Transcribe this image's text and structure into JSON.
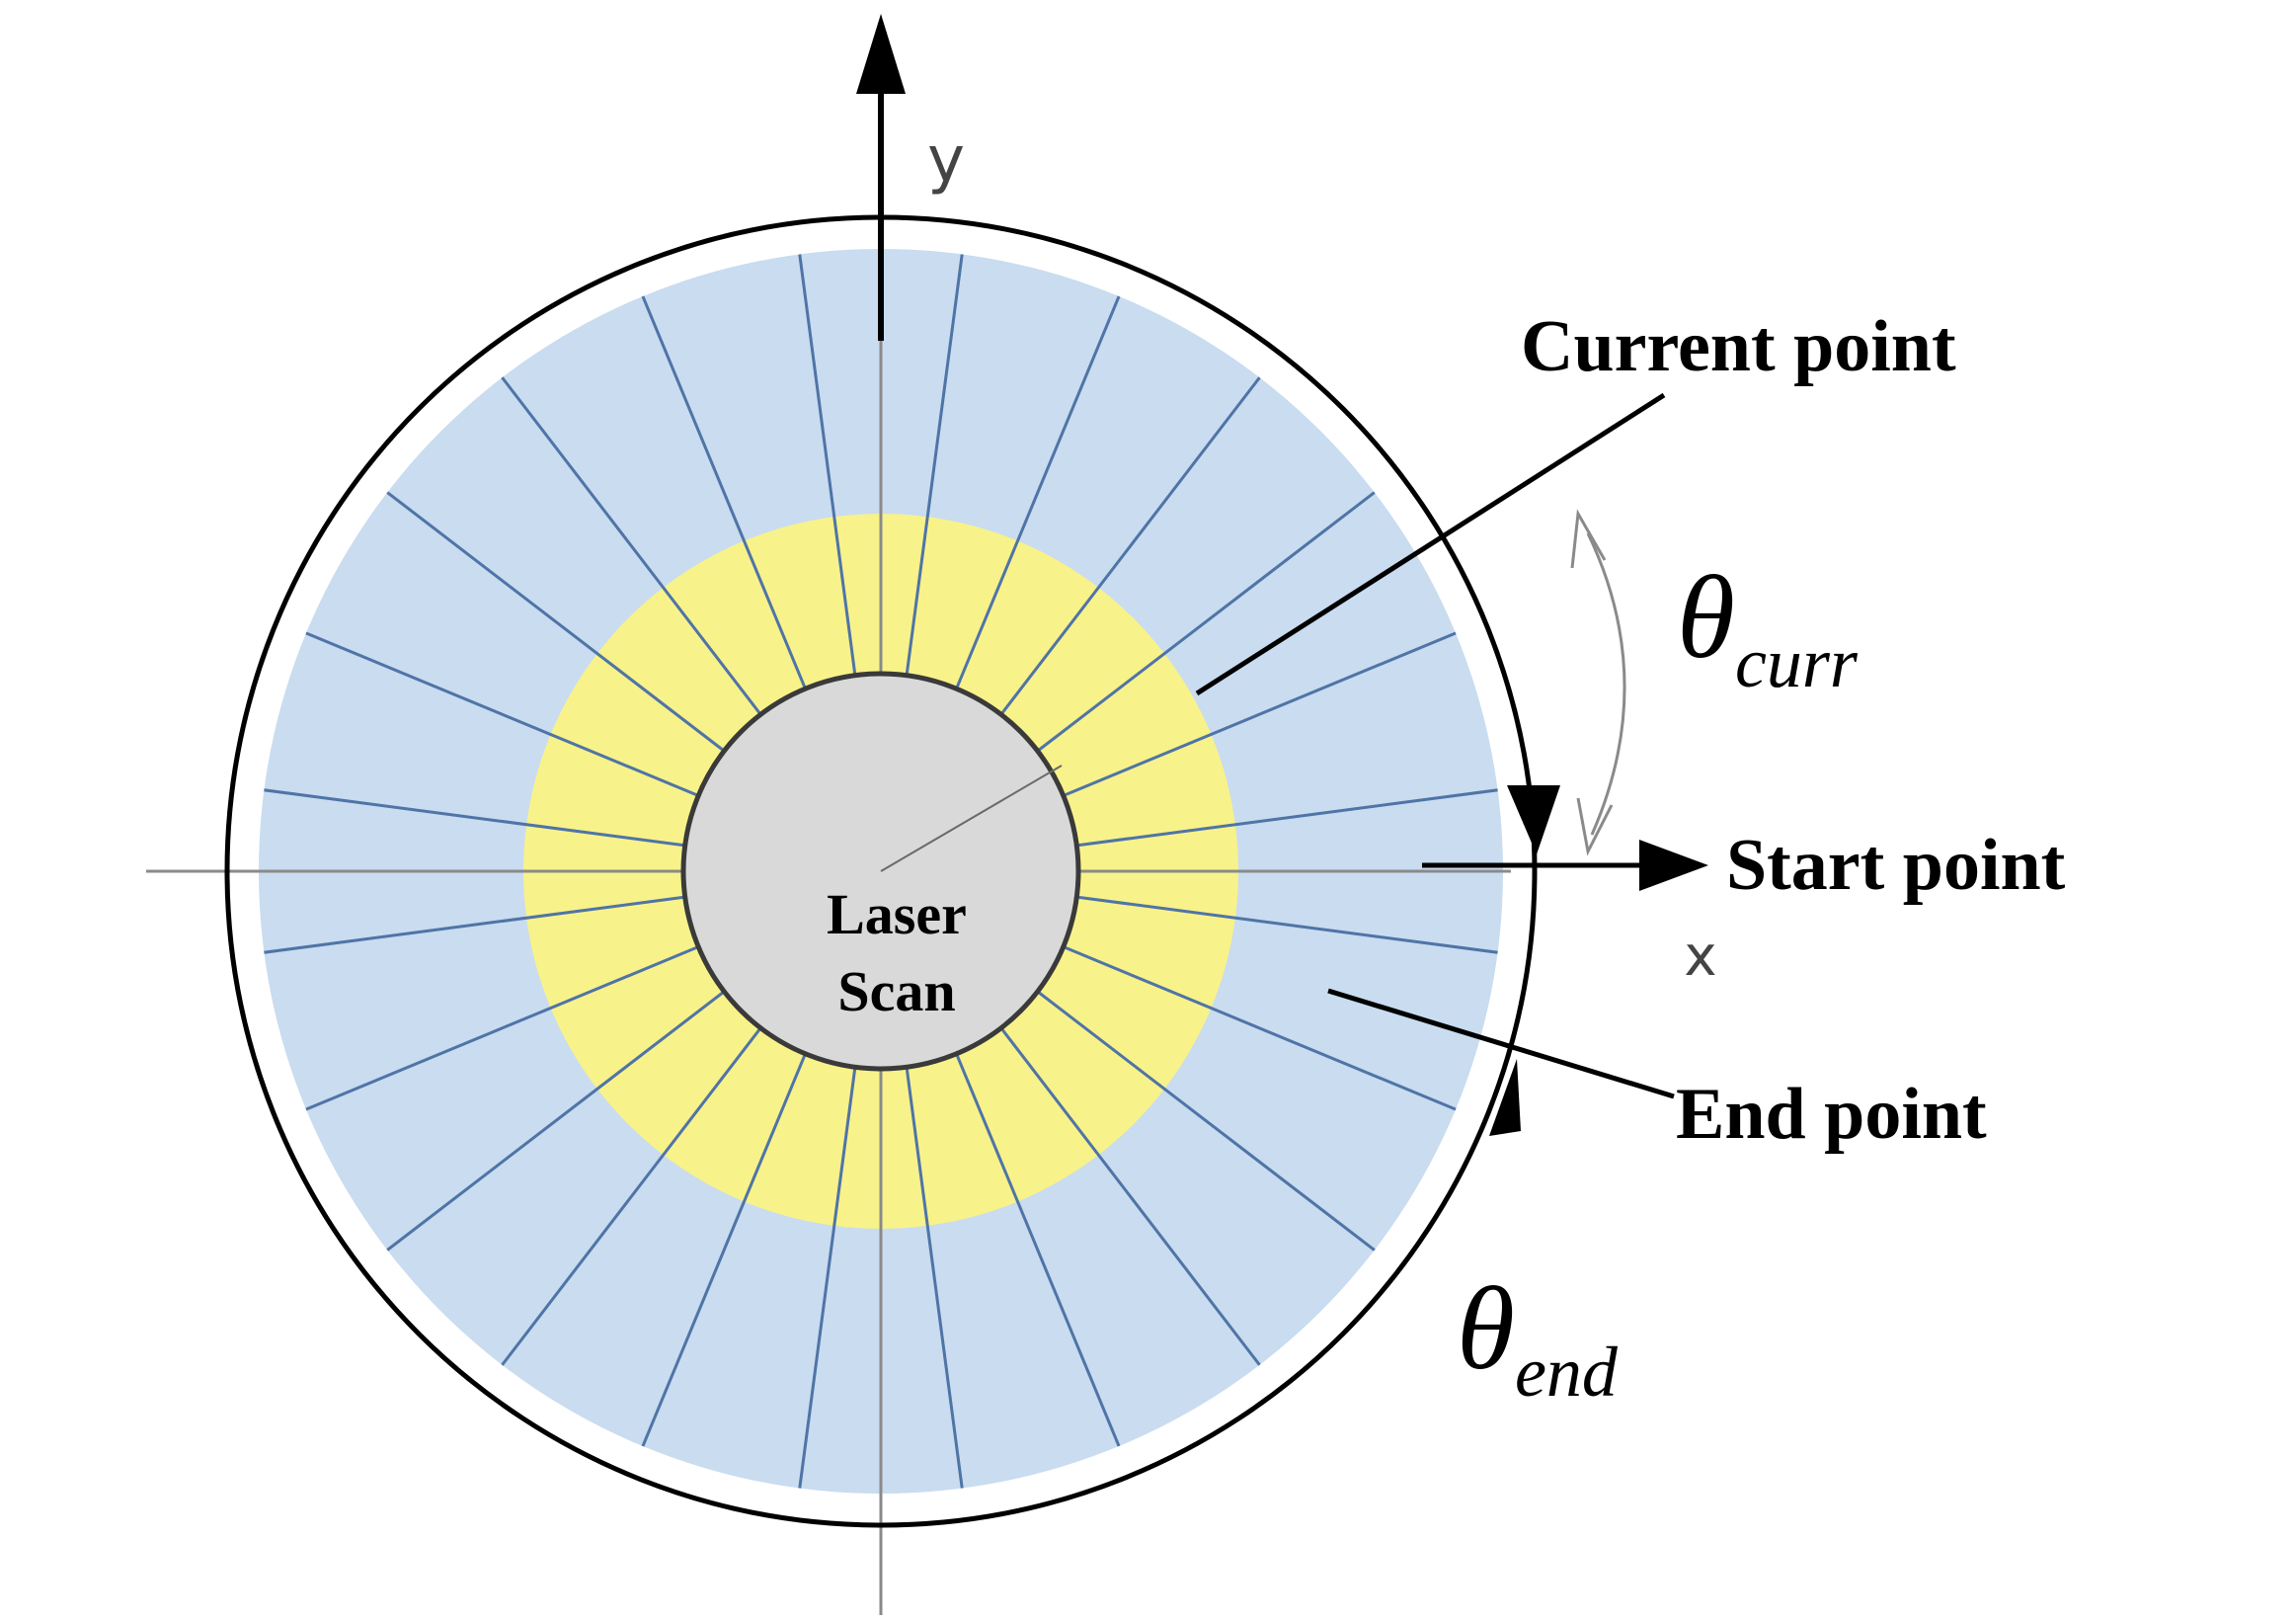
{
  "diagram": {
    "center_label_line1": "Laser",
    "center_label_line2": "Scan",
    "x_axis_label": "x",
    "y_axis_label": "y",
    "current_point_label": "Current point",
    "start_point_label": "Start point",
    "end_point_label": "End point",
    "theta_symbol": "θ",
    "theta_curr_subscript": "curr",
    "theta_end_subscript": "end",
    "ray_count": 24,
    "colors": {
      "outer_ring": "#c9dcf0",
      "middle_ring": "#f8f28a",
      "inner_disk": "#d9d9d9",
      "rays": "#4f74a6",
      "axes": "#8a8a8a",
      "outline": "#000000"
    }
  }
}
